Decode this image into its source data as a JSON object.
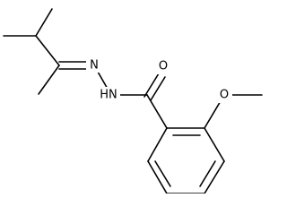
{
  "molecule": {
    "atoms": {
      "n_imine": "N",
      "n_amide": "HN",
      "o_carbonyl": "O",
      "o_methoxy": "O"
    }
  },
  "colors": {
    "bond": "#000000",
    "label": "#000000",
    "background": "#ffffff"
  }
}
